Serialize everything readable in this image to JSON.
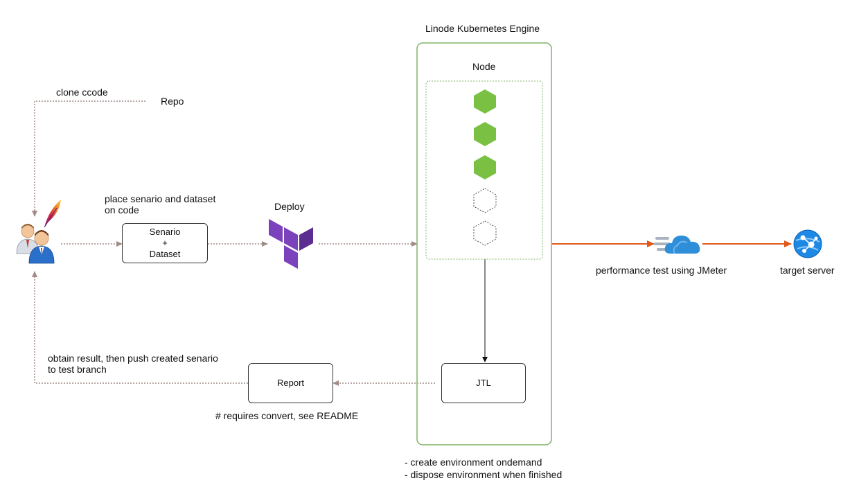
{
  "diagram": {
    "cluster_title": "Linode Kubernetes Engine",
    "node_title": "Node",
    "repo_label": "Repo",
    "clone_label": "clone ccode",
    "place_label_line1": "place senario and dataset",
    "place_label_line2": "on code",
    "scenario_box": {
      "line1": "Senario",
      "line2": "+",
      "line3": "Dataset"
    },
    "deploy_label": "Deploy",
    "jmeter_label": "performance test using JMeter",
    "target_label": "target server",
    "jtl_label": "JTL",
    "report_label": "Report",
    "report_note": "# requires convert, see README",
    "obtain_line1": "obtain result, then push created senario",
    "obtain_line2": "to test branch",
    "env_note_line1": "- create environment ondemand",
    "env_note_line2": "- dispose environment when finished"
  },
  "colors": {
    "cluster_border": "#82b366",
    "node_border": "#82b366",
    "pod_fill": "#7ac143",
    "dotted_arrow": "#a08b85",
    "orange_arrow": "#e0591a",
    "terraform": "#7b42bc",
    "cloud": "#2f8ed8",
    "target": "#1e88e5"
  },
  "icons": [
    "users-icon",
    "feather-icon",
    "terraform-icon",
    "cloud-icon",
    "target-server-icon"
  ]
}
